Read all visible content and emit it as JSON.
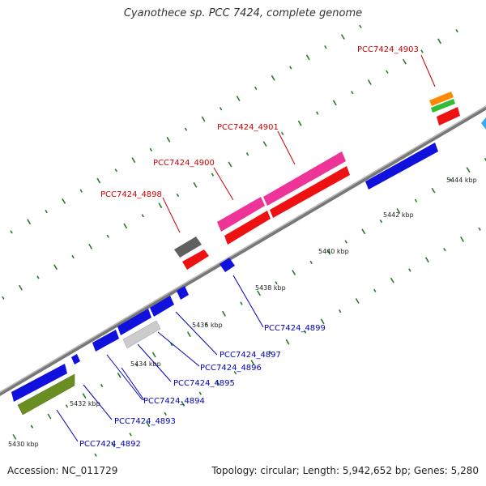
{
  "title": "Cyanothece sp. PCC 7424, complete genome",
  "accession": "Accession: NC_011729",
  "topology_text": "Topology: circular; Length: 5,942,652 bp; Genes: 5,280",
  "colors": {
    "backbone": "#8a8a8a",
    "tick": "#2a7a2a",
    "label_top": "#cc0000",
    "label_bottom": "#0000bb"
  },
  "kbp_labels": [
    {
      "text": "5430 kbp",
      "pos": 5430
    },
    {
      "text": "5432 kbp",
      "pos": 5432
    },
    {
      "text": "5434 kbp",
      "pos": 5434
    },
    {
      "text": "5436 kbp",
      "pos": 5436
    },
    {
      "text": "5438 kbp",
      "pos": 5438
    },
    {
      "text": "5440 kbp",
      "pos": 5440
    },
    {
      "text": "5442 kbp",
      "pos": 5442
    },
    {
      "text": "5444 kbp",
      "pos": 5444
    }
  ],
  "gene_labels_top": [
    {
      "text": "PCC7424_4898"
    },
    {
      "text": "PCC7424_4900"
    },
    {
      "text": "PCC7424_4901"
    },
    {
      "text": "PCC7424_4903"
    }
  ],
  "gene_labels_bottom": [
    {
      "text": "PCC7424_4892"
    },
    {
      "text": "PCC7424_4893"
    },
    {
      "text": "PCC7424_4894"
    },
    {
      "text": "PCC7424_4895"
    },
    {
      "text": "PCC7424_4896"
    },
    {
      "text": "PCC7424_4897"
    },
    {
      "text": "PCC7424_4899"
    }
  ]
}
